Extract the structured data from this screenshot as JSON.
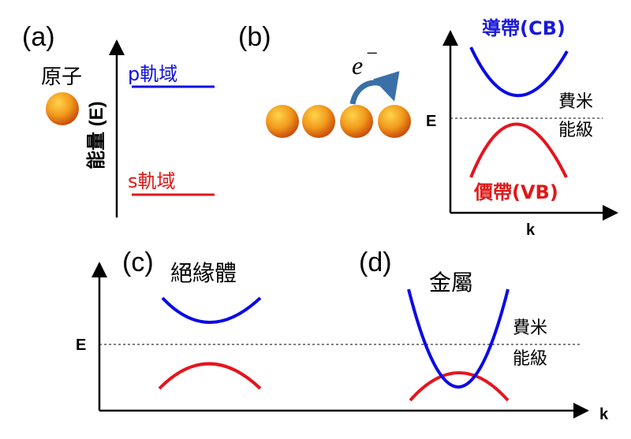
{
  "panels": {
    "a": {
      "label": "(a)",
      "atom": "原子",
      "axis": "能量 (E)",
      "p_orbital": "p軌域",
      "s_orbital": "s軌域"
    },
    "b": {
      "label": "(b)",
      "electron": "e",
      "electron_sup": "−",
      "cb": "導帶(CB)",
      "vb": "價帶(VB)",
      "fermi_1": "費米",
      "fermi_2": "能級",
      "e_axis": "E",
      "k_axis": "k"
    },
    "c": {
      "label": "(c)",
      "title": "絕緣體"
    },
    "d": {
      "label": "(d)",
      "title": "金屬",
      "fermi_1": "費米",
      "fermi_2": "能級"
    },
    "bottom_axes": {
      "e_axis": "E",
      "k_axis": "k"
    }
  },
  "colors": {
    "p_orbital": "#1010e0",
    "s_orbital": "#e01818",
    "conduction_band": "#0a0ae6",
    "valence_band": "#e6141e",
    "cb_label": "#1a1ad8",
    "vb_label": "#e01818",
    "arrow": "#3a6fa8",
    "axis": "#000000",
    "sphere_light": "#ffd44a",
    "sphere_mid": "#f29a1c",
    "sphere_dark": "#c84a0a"
  },
  "icons": {
    "atom": "orange-sphere-icon",
    "hop_arrow": "curved-arrow-icon"
  }
}
